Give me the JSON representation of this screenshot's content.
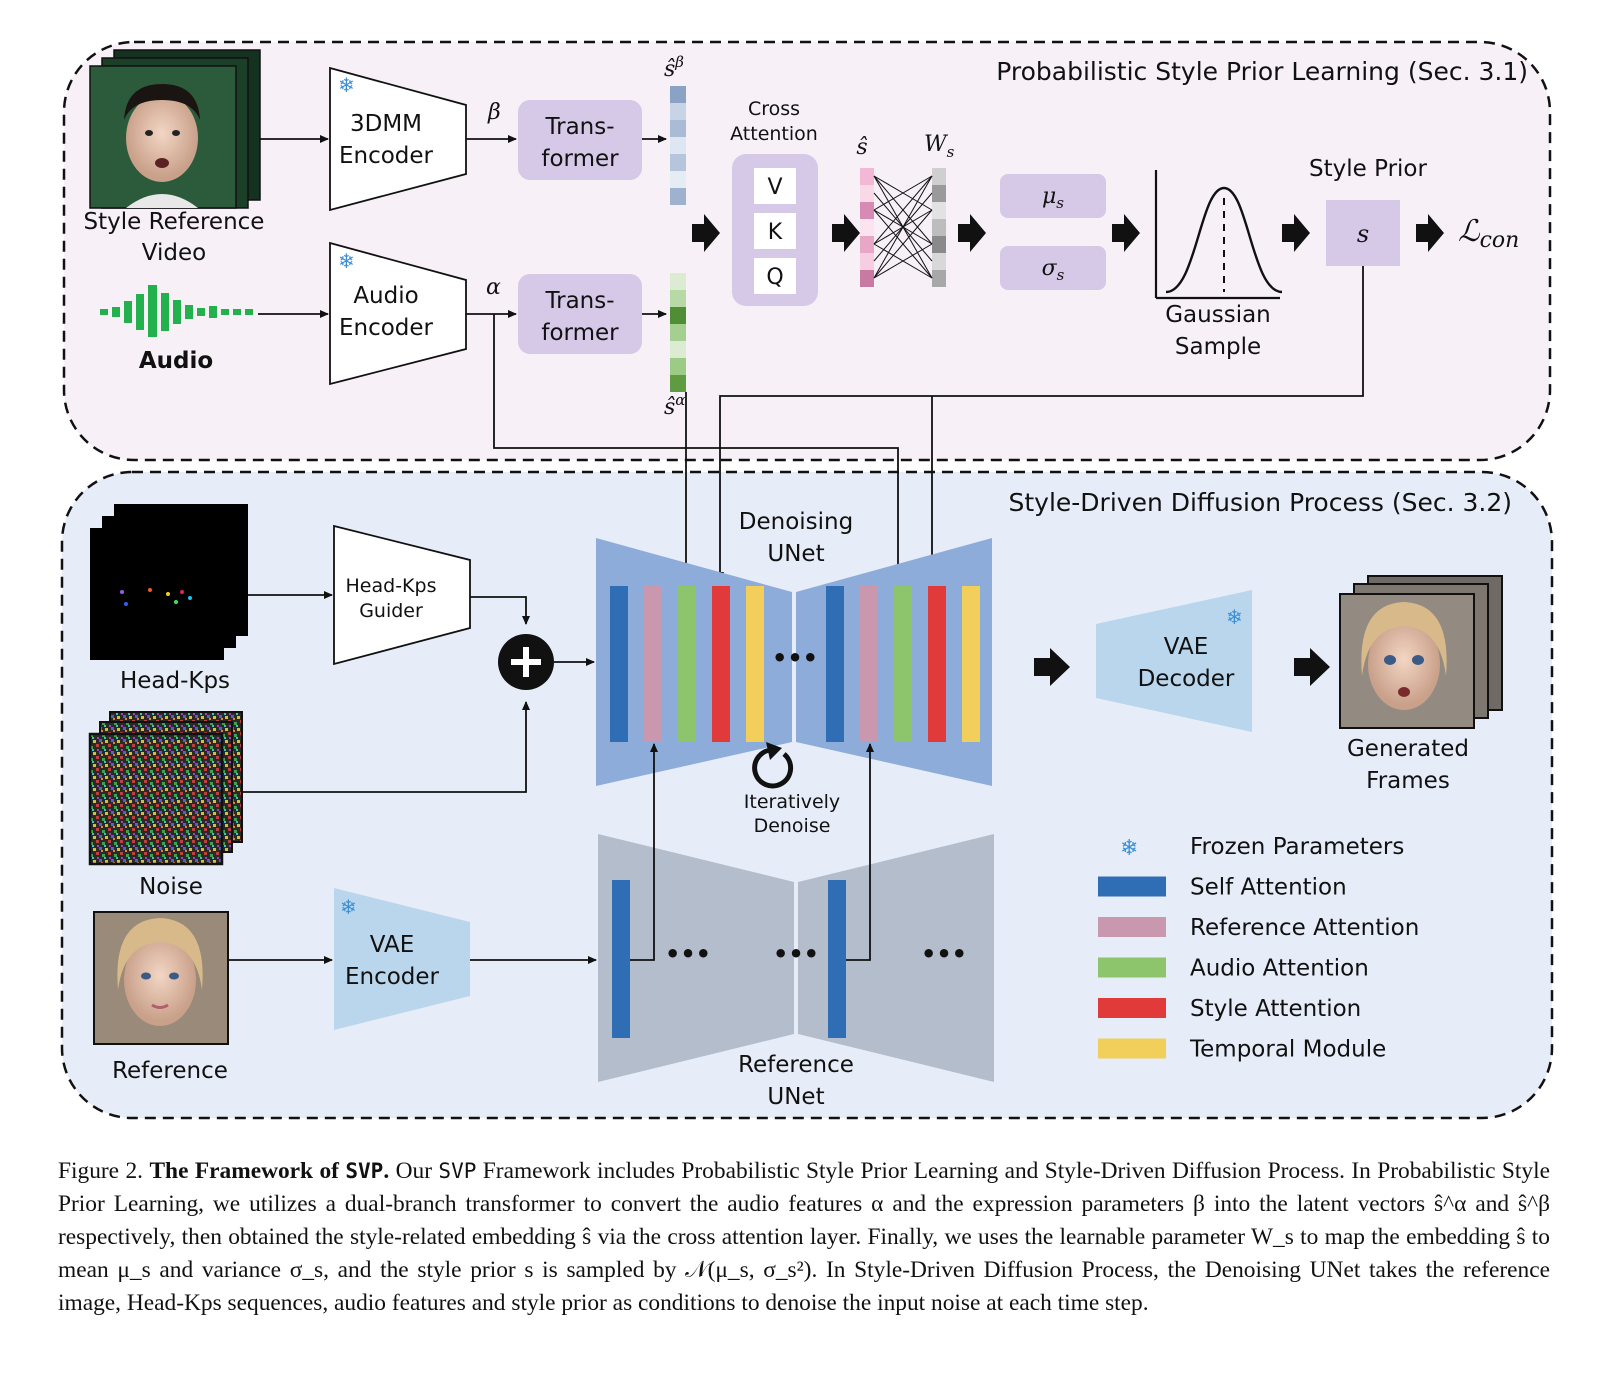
{
  "panel_top": {
    "title": "Probabilistic Style Prior Learning (Sec. 3.1)"
  },
  "panel_bottom": {
    "title": "Style-Driven Diffusion Process (Sec. 3.2)"
  },
  "labels": {
    "style_ref_video_1": "Style Reference",
    "style_ref_video_2": "Video",
    "audio": "Audio",
    "enc_3dmm_1": "3DMM",
    "enc_3dmm_2": "Encoder",
    "enc_audio_1": "Audio",
    "enc_audio_2": "Encoder",
    "trans_1": "Trans-",
    "trans_2": "former",
    "beta": "β",
    "alpha": "α",
    "s_hat_beta": "ŝ",
    "s_hat_beta_sup": "β",
    "s_hat_alpha": "ŝ",
    "s_hat_alpha_sup": "α",
    "cross_1": "Cross",
    "cross_2": "Attention",
    "v": "V",
    "k": "K",
    "q": "Q",
    "s_hat": "ŝ",
    "ws": "W",
    "ws_sub": "s",
    "mu": "μ",
    "mu_sub": "s",
    "sigma": "σ",
    "sigma_sub": "s",
    "gauss_1": "Gaussian",
    "gauss_2": "Sample",
    "style_prior": "Style Prior",
    "s": "s",
    "lcon": "ℒ",
    "lcon_sub": "con",
    "head_kps": "Head-Kps",
    "guider_1": "Head-Kps",
    "guider_2": "Guider",
    "noise": "Noise",
    "reference": "Reference",
    "vae_enc_1": "VAE",
    "vae_enc_2": "Encoder",
    "denoise_unet_1": "Denoising",
    "denoise_unet_2": "UNet",
    "iter_1": "Iteratively",
    "iter_2": "Denoise",
    "ref_unet_1": "Reference",
    "ref_unet_2": "UNet",
    "vae_dec_1": "VAE",
    "vae_dec_2": "Decoder",
    "gen_1": "Generated",
    "gen_2": "Frames",
    "dots": "•••"
  },
  "legend": [
    {
      "label": "Frozen Parameters",
      "color": "#3a8fd6",
      "icon": "snowflake-icon"
    },
    {
      "label": "Self Attention",
      "color": "#2f6db4"
    },
    {
      "label": "Reference Attention",
      "color": "#c998ae"
    },
    {
      "label": "Audio Attention",
      "color": "#8cc56c"
    },
    {
      "label": "Style Attention",
      "color": "#e03a3a"
    },
    {
      "label": "Temporal Module",
      "color": "#f2cf5a"
    }
  ],
  "caption": {
    "fig_label": "Figure 2.",
    "bold": "The Framework of",
    "svp": "SVP",
    "text1": "Our",
    "text2": "Framework includes Probabilistic Style Prior Learning and Style-Driven Diffusion Process. In Probabilistic Style Prior Learning, we utilizes a dual-branch transformer to convert the audio features α and the expression parameters β into the latent vectors ŝ^α and ŝ^β respectively, then obtained the style-related embedding ŝ via the cross attention layer. Finally, we uses the learnable parameter W_s to map the embedding ŝ to mean μ_s and variance σ_s, and the style prior s is sampled by 𝒩(μ_s, σ_s²). In Style-Driven Diffusion Process, the Denoising UNet takes the reference image, Head-Kps sequences, audio features and style prior as conditions to denoise the input noise at each time step."
  }
}
